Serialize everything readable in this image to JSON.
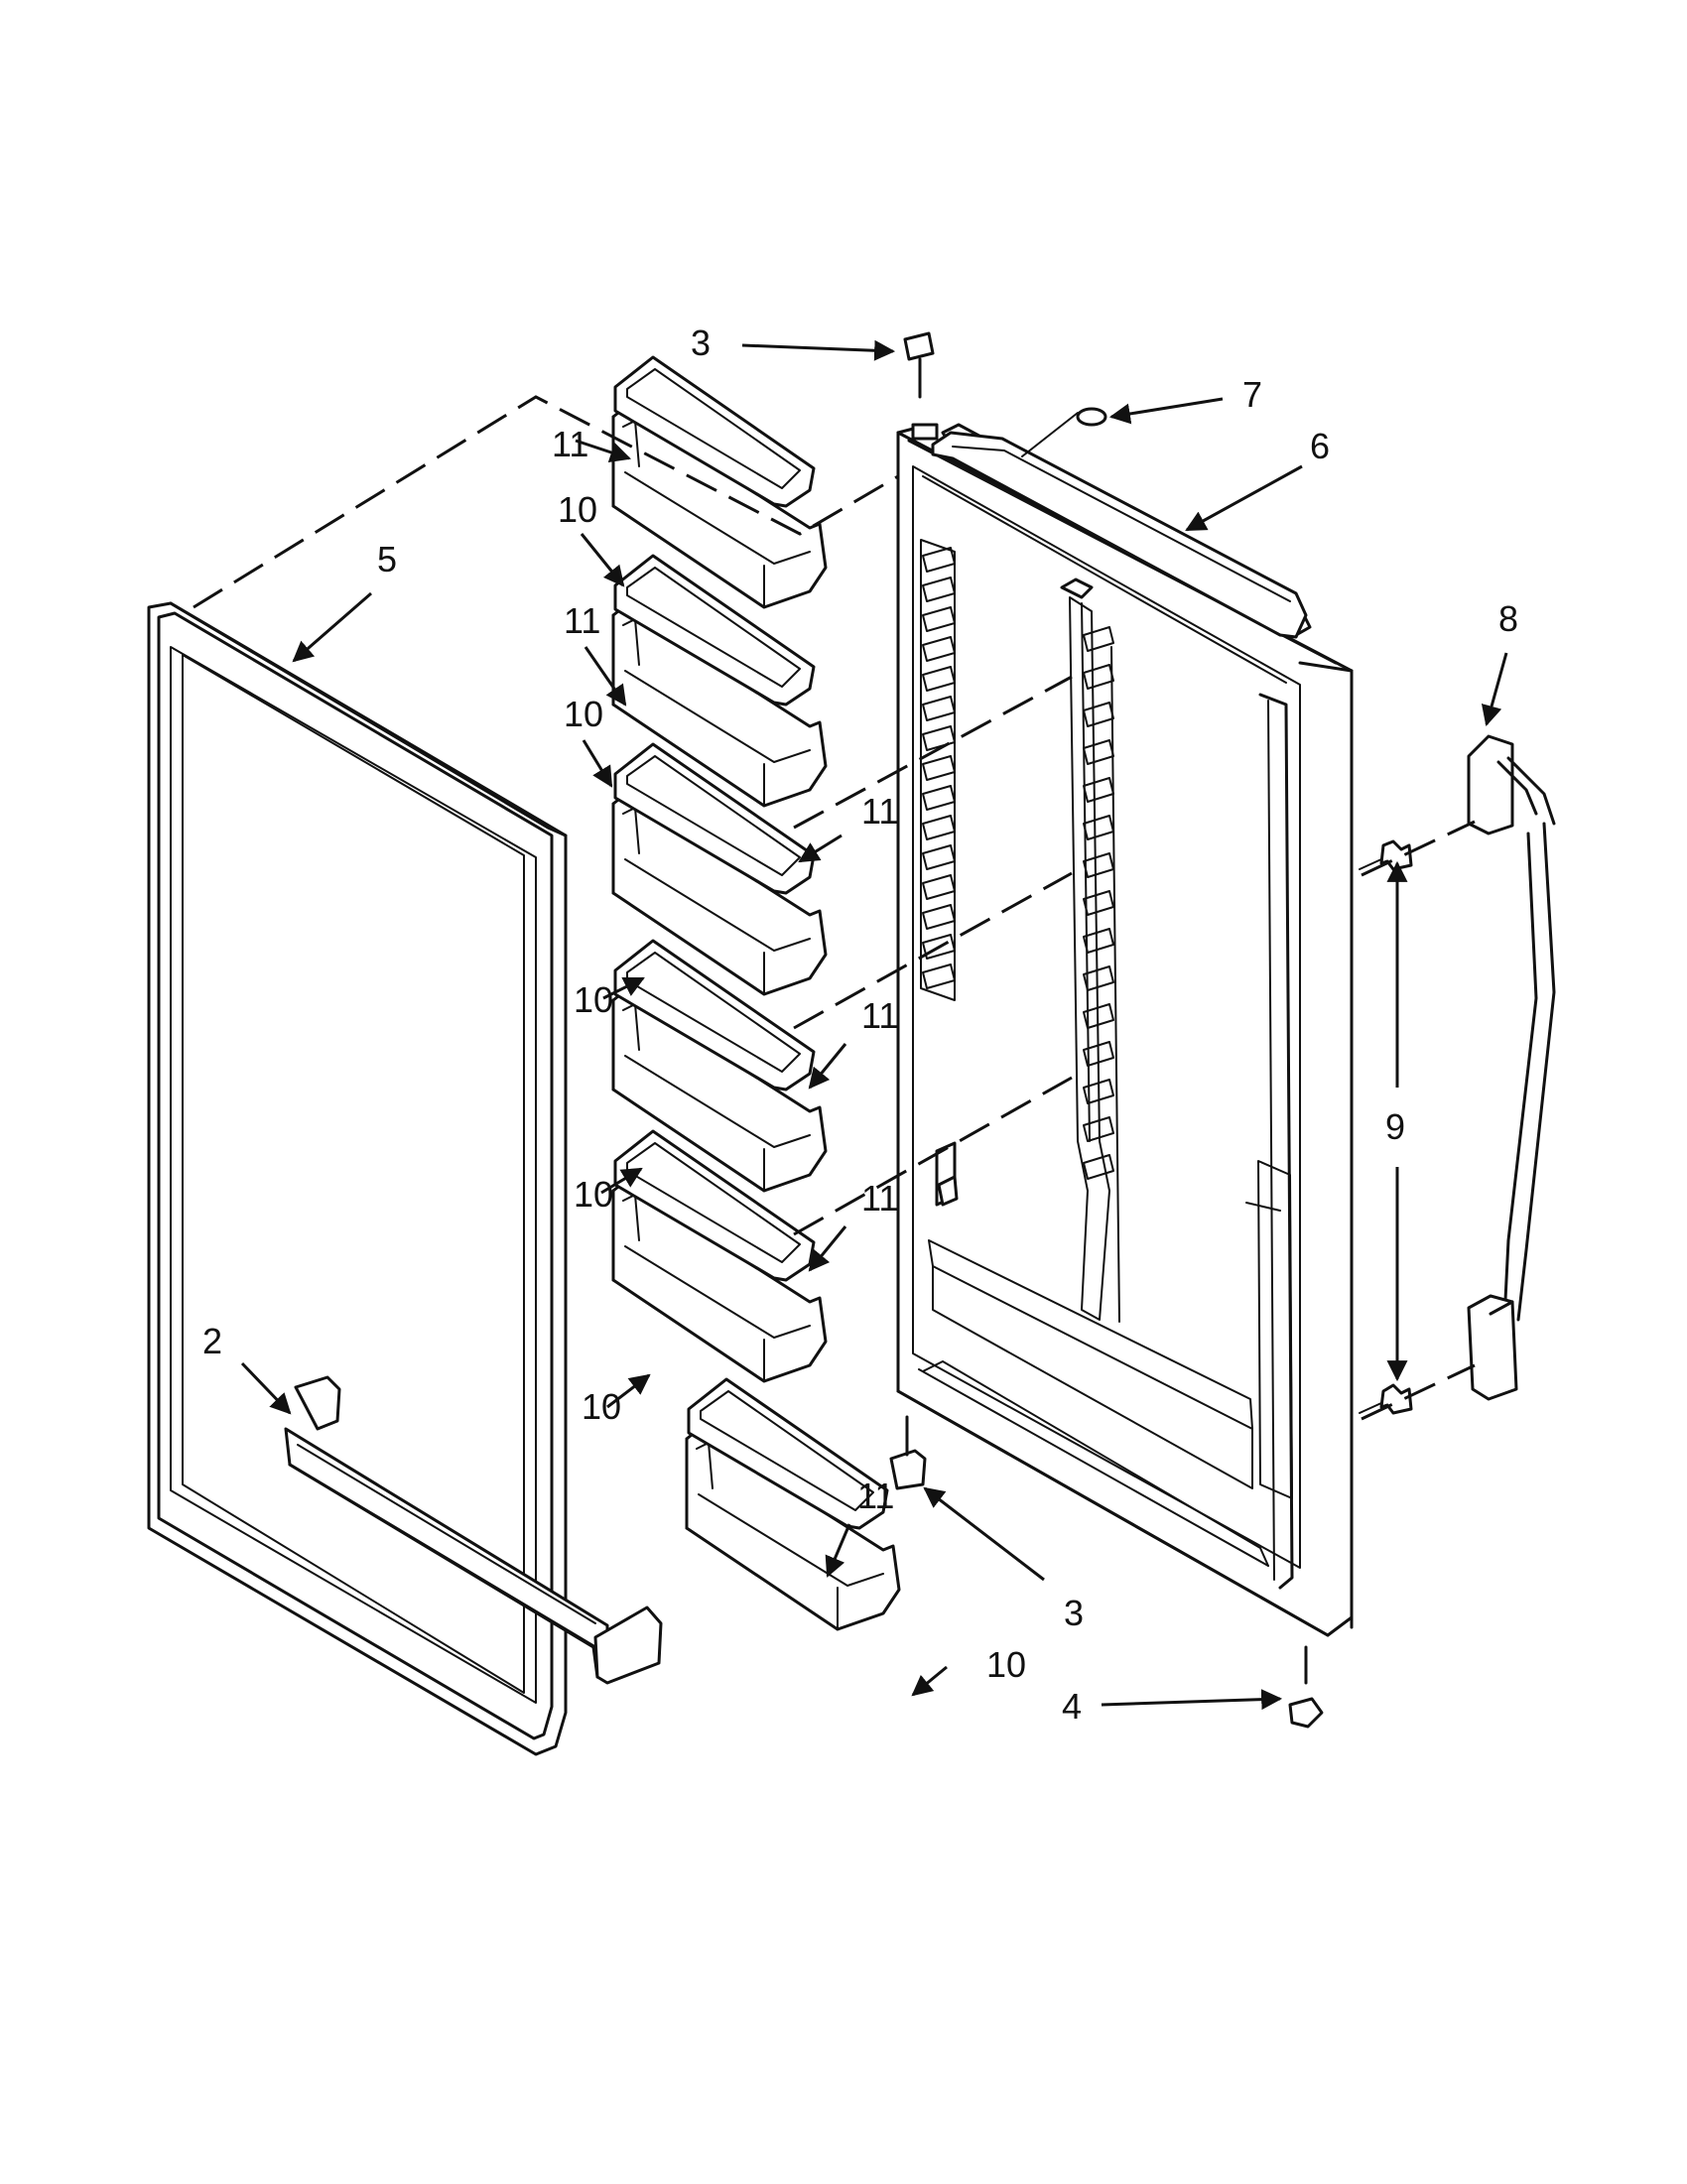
{
  "callouts": {
    "c2": "2",
    "c3_top": "3",
    "c3_bottom": "3",
    "c4": "4",
    "c5": "5",
    "c6": "6",
    "c7": "7",
    "c8": "8",
    "c9": "9",
    "bin1_11": "11",
    "bin1_10": "10",
    "bin2_11": "11",
    "bin2_10": "10",
    "bin3_11": "11",
    "bin3_10": "10",
    "bin4_11": "11",
    "bin4_10": "10",
    "bin5_11": "11",
    "bin5_10": "10",
    "bin6_11": "11",
    "bin6_10": "10"
  }
}
